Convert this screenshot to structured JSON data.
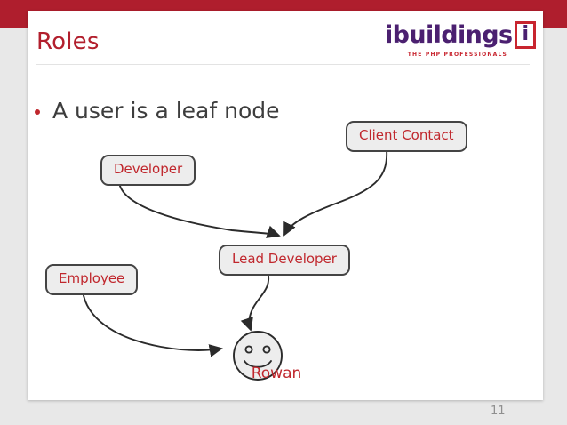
{
  "slide": {
    "title": "Roles",
    "page_number": "11",
    "bullet": {
      "icon": "bullet-dot",
      "text": "A user is a leaf node"
    }
  },
  "logo": {
    "wordmark": "ibuildings",
    "bracket_letter": "i",
    "tagline": "THE PHP PROFESSIONALS",
    "wordmark_color": "#4b2070",
    "accent_color": "#c8252f"
  },
  "theme": {
    "band_red": "#af1e2d",
    "title_red": "#b21f2d",
    "node_text_red": "#c0272d",
    "node_fill": "#ededed",
    "node_border": "#444444",
    "body_text": "#3d3d3d",
    "page_background": "#e8e8e8",
    "slide_background": "#ffffff"
  },
  "diagram": {
    "nodes": [
      {
        "id": "developer",
        "label": "Developer",
        "type": "role-box"
      },
      {
        "id": "client-contact",
        "label": "Client Contact",
        "type": "role-box"
      },
      {
        "id": "lead-developer",
        "label": "Lead Developer",
        "type": "role-box"
      },
      {
        "id": "employee",
        "label": "Employee",
        "type": "role-box"
      },
      {
        "id": "user",
        "label": "Rowan",
        "type": "smiley-user-node"
      }
    ],
    "edges": [
      {
        "from": "developer",
        "to": "lead-developer"
      },
      {
        "from": "client-contact",
        "to": "lead-developer"
      },
      {
        "from": "lead-developer",
        "to": "user"
      },
      {
        "from": "employee",
        "to": "user"
      }
    ]
  }
}
